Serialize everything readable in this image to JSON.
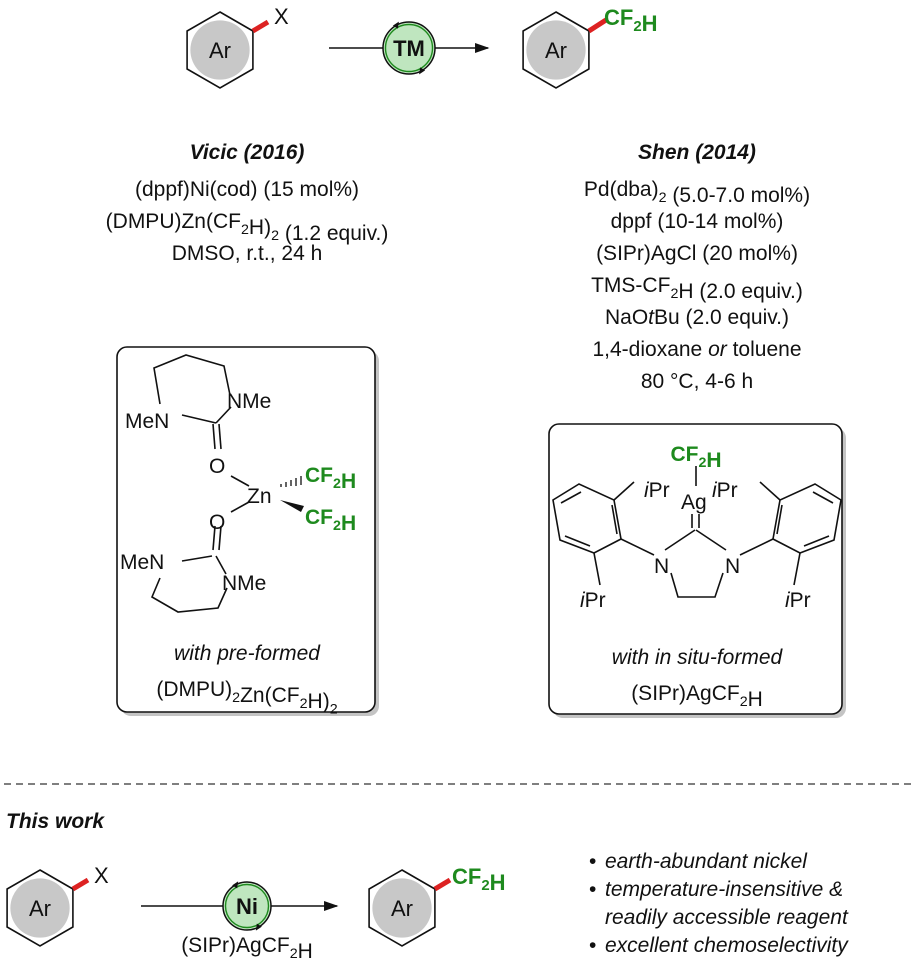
{
  "colors": {
    "bond_highlight": "#dd2222",
    "cf2h_green": "#1e8a1e",
    "ar_circle": "#c8c8c8",
    "catalyst_fill": "#bfe6bf",
    "catalyst_ring": "#1e8a1e",
    "box_shadow": "#c4c4c4"
  },
  "top_scheme": {
    "substrate": {
      "ring_label": "Ar",
      "leaving_group": "X"
    },
    "catalyst_label": "TM",
    "product": {
      "ring_label": "Ar",
      "group": {
        "main": "CF",
        "sub": "2",
        "tail": "H"
      }
    }
  },
  "vicic": {
    "heading": "Vicic (2016)",
    "conditions": [
      {
        "parts": [
          {
            "t": "(dppf)Ni(cod) (15 mol%)"
          }
        ]
      },
      {
        "parts": [
          {
            "t": "(DMPU)Zn(CF"
          },
          {
            "t": "2",
            "sub": true
          },
          {
            "t": "H)"
          },
          {
            "t": "2",
            "sub": true
          },
          {
            "t": " (1.2 equiv.)"
          }
        ]
      },
      {
        "parts": [
          {
            "t": "DMSO, r.t., 24 h"
          }
        ]
      }
    ],
    "box": {
      "labels": {
        "men": "MeN",
        "nme": "NMe",
        "o": "O",
        "zn": "Zn"
      },
      "cf2h": {
        "main": "CF",
        "sub": "2",
        "tail": "H"
      },
      "caption_italic": "with pre-formed",
      "caption_formula": [
        {
          "t": "(DMPU)"
        },
        {
          "t": "2",
          "sub": true
        },
        {
          "t": "Zn(CF"
        },
        {
          "t": "2",
          "sub": true
        },
        {
          "t": "H)"
        },
        {
          "t": "2",
          "sub": true
        }
      ]
    }
  },
  "shen": {
    "heading": "Shen (2014)",
    "conditions": [
      {
        "parts": [
          {
            "t": "Pd(dba)"
          },
          {
            "t": "2",
            "sub": true
          },
          {
            "t": " (5.0-7.0 mol%)"
          }
        ]
      },
      {
        "parts": [
          {
            "t": "dppf (10-14 mol%)"
          }
        ]
      },
      {
        "parts": [
          {
            "t": "(SIPr)AgCl (20 mol%)"
          }
        ]
      },
      {
        "parts": [
          {
            "t": "TMS-CF"
          },
          {
            "t": "2",
            "sub": true
          },
          {
            "t": "H (2.0 equiv.)"
          }
        ]
      },
      {
        "parts": [
          {
            "t": "NaO"
          },
          {
            "t": "t",
            "it": true
          },
          {
            "t": "Bu (2.0 equiv.)"
          }
        ]
      },
      {
        "parts": [
          {
            "t": "1,4-dioxane "
          },
          {
            "t": "or",
            "it": true
          },
          {
            "t": " toluene"
          }
        ]
      },
      {
        "parts": [
          {
            "t": "80 °C, 4-6 h"
          }
        ]
      }
    ],
    "box": {
      "labels": {
        "ag": "Ag",
        "n": "N",
        "ipr_i": "i",
        "ipr_pr": "Pr"
      },
      "cf2h": {
        "main": "CF",
        "sub": "2",
        "tail": "H"
      },
      "caption_italic": "with in situ-formed",
      "caption_formula": [
        {
          "t": "(SIPr)AgCF"
        },
        {
          "t": "2",
          "sub": true
        },
        {
          "t": "H"
        }
      ]
    }
  },
  "this_work": {
    "heading": "This work",
    "substrate": {
      "ring_label": "Ar",
      "leaving_group": "X"
    },
    "catalyst_label": "Ni",
    "reagent": [
      {
        "t": "(SIPr)AgCF"
      },
      {
        "t": "2",
        "sub": true
      },
      {
        "t": "H"
      }
    ],
    "product": {
      "ring_label": "Ar",
      "group": {
        "main": "CF",
        "sub": "2",
        "tail": "H"
      }
    },
    "advantages": [
      "earth-abundant nickel",
      "temperature-insensitive &",
      "readily accessible reagent",
      "excellent chemoselectivity"
    ],
    "advantage_bullets": [
      true,
      true,
      false,
      true
    ],
    "bullet_char": "•"
  }
}
